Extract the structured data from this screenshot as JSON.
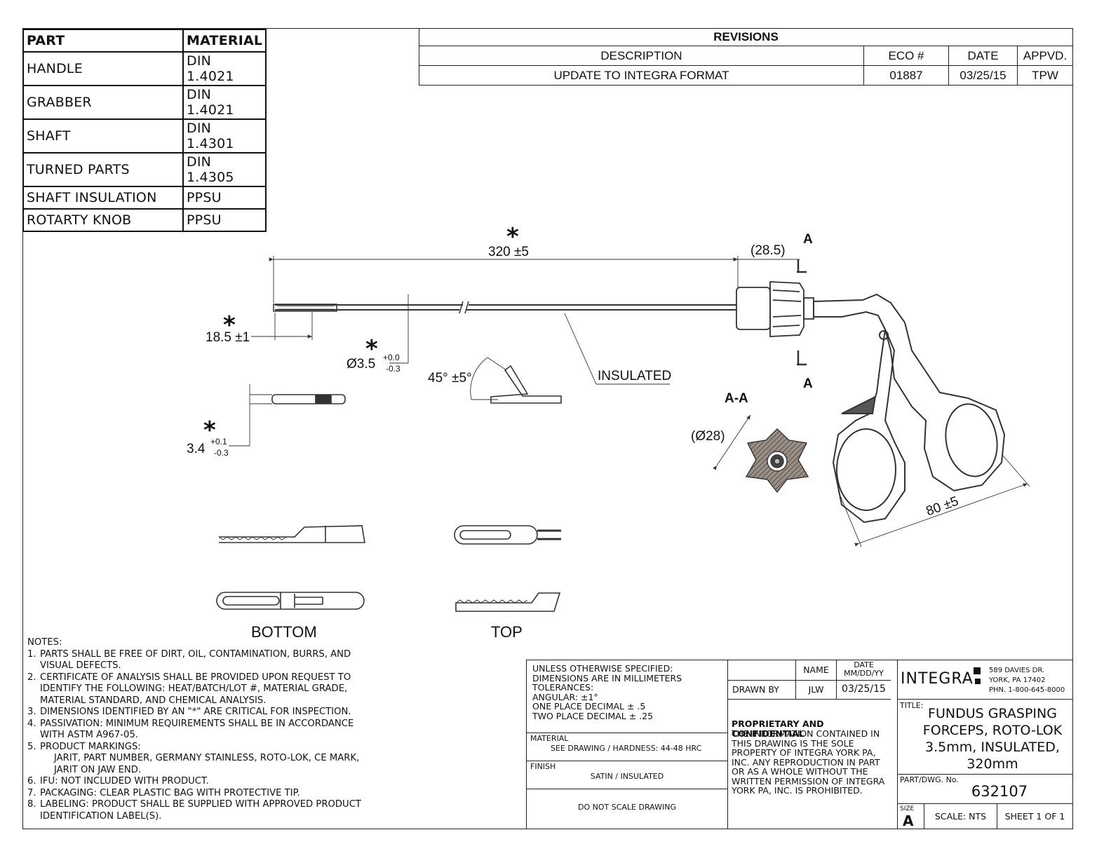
{
  "materials_table": {
    "headers": [
      "PART",
      "MATERIAL"
    ],
    "rows": [
      [
        "HANDLE",
        "DIN 1.4021"
      ],
      [
        "GRABBER",
        "DIN 1.4021"
      ],
      [
        "SHAFT",
        "DIN 1.4301"
      ],
      [
        "TURNED PARTS",
        "DIN 1.4305"
      ],
      [
        "SHAFT INSULATION",
        "PPSU"
      ],
      [
        "ROTARTY KNOB",
        "PPSU"
      ]
    ]
  },
  "revisions": {
    "title": "REVISIONS",
    "headers": [
      "DESCRIPTION",
      "ECO #",
      "DATE",
      "APPVD."
    ],
    "rows": [
      [
        "UPDATE TO INTEGRA FORMAT",
        "01887",
        "03/25/15",
        "TPW"
      ]
    ]
  },
  "drawing": {
    "critical_mark": "*",
    "dim_length": "320 ±5",
    "dim_knob": "(28.5)",
    "dim_jaw": "18.5 ±1",
    "dim_dia": "Ø3.5",
    "dim_dia_tol_plus": "+0.0",
    "dim_dia_tol_minus": "-0.3",
    "dim_angle": "45° ±5°",
    "insulated": "INSULATED",
    "dim_thick": "3.4",
    "dim_thick_tol_plus": "+0.1",
    "dim_thick_tol_minus": "-0.3",
    "section_mark": "A",
    "section_label": "A-A",
    "dim_knob_dia": "(Ø28)",
    "dim_handle": "80 ±5",
    "view_bottom": "BOTTOM",
    "view_top": "TOP"
  },
  "notes": {
    "title": "NOTES:",
    "items": [
      {
        "n": "1.",
        "text": "PARTS SHALL BE FREE OF DIRT, OIL, CONTAMINATION, BURRS, AND VISUAL DEFECTS."
      },
      {
        "n": "2.",
        "text": "CERTIFICATE OF ANALYSIS SHALL BE PROVIDED UPON REQUEST TO IDENTIFY THE FOLLOWING: HEAT/BATCH/LOT #, MATERIAL GRADE, MATERIAL STANDARD, AND CHEMICAL ANALYSIS."
      },
      {
        "n": "3.",
        "text": "DIMENSIONS IDENTIFIED BY AN \"*\" ARE CRITICAL FOR INSPECTION."
      },
      {
        "n": "4.",
        "text": "PASSIVATION: MINIMUM REQUIREMENTS SHALL BE IN ACCORDANCE WITH ASTM A967-05."
      },
      {
        "n": "5.",
        "text": "PRODUCT MARKINGS:",
        "sub": "JARIT, PART NUMBER, GERMANY STAINLESS, ROTO-LOK, CE MARK, JARIT ON JAW END."
      },
      {
        "n": "6.",
        "text": "IFU: NOT INCLUDED WITH PRODUCT."
      },
      {
        "n": "7.",
        "text": "PACKAGING: CLEAR PLASTIC BAG WITH PROTECTIVE TIP."
      },
      {
        "n": "8.",
        "text": "LABELING: PRODUCT SHALL BE SUPPLIED WITH APPROVED PRODUCT IDENTIFICATION LABEL(S)."
      }
    ]
  },
  "title_block": {
    "tolerances": [
      "UNLESS OTHERWISE SPECIFIED:",
      "DIMENSIONS ARE IN MILLIMETERS",
      "TOLERANCES:",
      "ANGULAR: ±1°",
      "ONE PLACE DECIMAL ± .5",
      "TWO PLACE DECIMAL ± .25"
    ],
    "material_label": "MATERIAL",
    "material_value": "SEE DRAWING / HARDNESS: 44-48 HRC",
    "finish_label": "FINISH",
    "finish_value": "SATIN / INSULATED",
    "no_scale": "DO NOT SCALE DRAWING",
    "name_hdr": "NAME",
    "date_hdr": "DATE MM/DD/YY",
    "drawn_by": "DRAWN BY",
    "drawn_name": "JLW",
    "drawn_date": "03/25/15",
    "proprietary_title": "PROPRIETARY AND CONFIDENTIAL",
    "proprietary_text": "THE INFORMATION CONTAINED IN THIS DRAWING IS THE SOLE PROPERTY OF INTEGRA YORK PA, INC. ANY REPRODUCTION IN PART OR AS A WHOLE WITHOUT THE WRITTEN PERMISSION OF INTEGRA YORK PA, INC. IS PROHIBITED.",
    "company": "INTEGRA",
    "address": [
      "589 DAVIES DR.",
      "YORK, PA 17402",
      "PHN. 1-800-645-8000"
    ],
    "title_label": "TITLE:",
    "title_lines": [
      "FUNDUS GRASPING",
      "FORCEPS, ROTO-LOK",
      "3.5mm, INSULATED,",
      "320mm"
    ],
    "dwg_label": "PART/DWG. No.",
    "dwg_no": "632107",
    "size_label": "SIZE",
    "size": "A",
    "scale": "SCALE: NTS",
    "sheet": "SHEET 1 OF 1"
  }
}
